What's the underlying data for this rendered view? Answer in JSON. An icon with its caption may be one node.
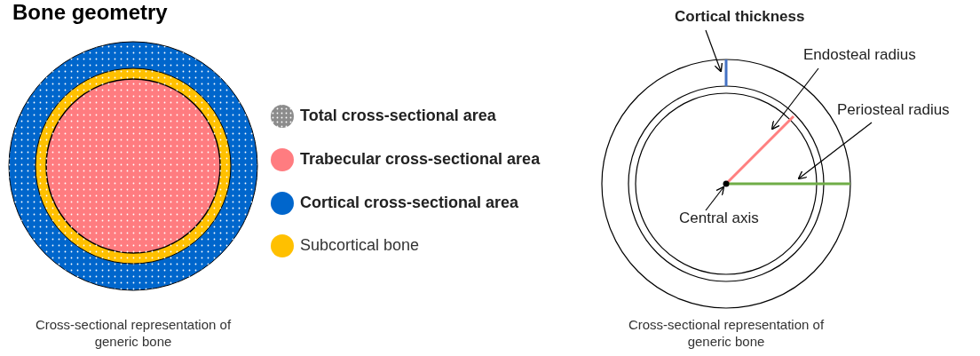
{
  "diagram": {
    "title": "Bone geometry",
    "nodes": [
      {
        "text": [
          "Cortical thickness"
        ]
      },
      {
        "text": [],
        "shape": "line"
      },
      {
        "text": [
          "Endosteal radius"
        ]
      },
      {
        "text": [],
        "shape": "line"
      },
      {
        "text": [
          "Periosteal radius"
        ]
      },
      {
        "text": [],
        "shape": "line"
      },
      {
        "text": [
          "Central axis"
        ]
      },
      {
        "text": [],
        "shape": "circle"
      }
    ],
    "edges": [
      {
        "from": 0,
        "to": 1,
        "arrow": "to"
      },
      {
        "from": 2,
        "to": 3,
        "arrow": "to"
      },
      {
        "from": 4,
        "to": 5,
        "arrow": "to"
      },
      {
        "from": 6,
        "to": 7,
        "arrow": "to"
      }
    ],
    "labels": [
      "Cross-sectional representation of generic bone",
      "Cross-sectional representation of generic bone"
    ],
    "legend": [
      {
        "text": "Total cross-sectional area"
      },
      {
        "text": "Trabecular cross-sectional area",
        "color": "#ff7c80"
      },
      {
        "text": "Cortical cross-sectional area",
        "color": "#0066cc"
      },
      {
        "text": "Subcortical bone",
        "color": "#ffc000"
      }
    ]
  }
}
